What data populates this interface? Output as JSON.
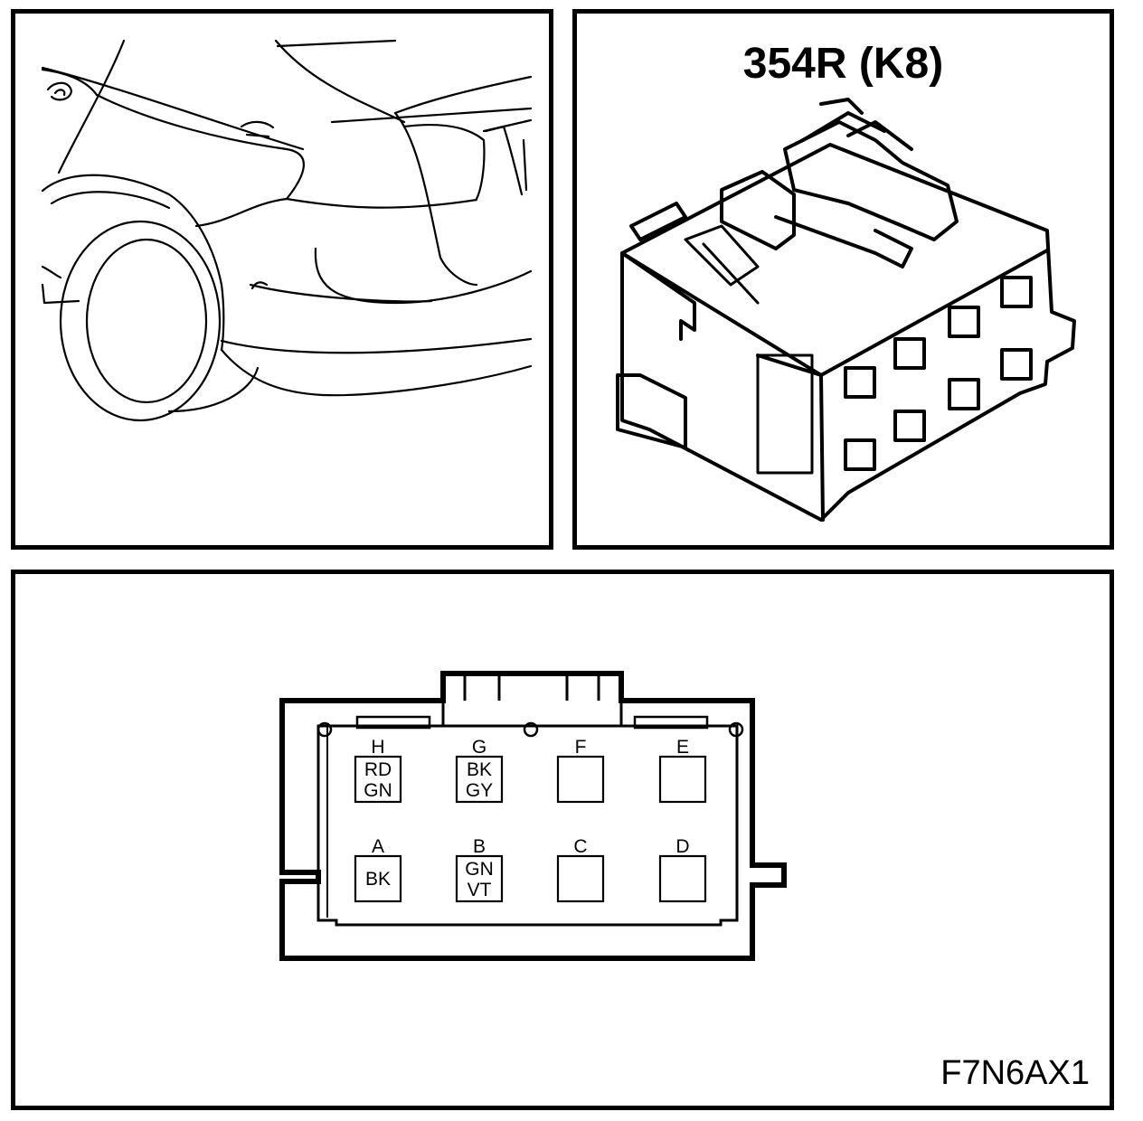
{
  "connector_title": "354R (K8)",
  "figure_code": "F7N6AX1",
  "pins": {
    "H": {
      "letter": "H",
      "wire1": "RD",
      "wire2": "GN"
    },
    "G": {
      "letter": "G",
      "wire1": "BK",
      "wire2": "GY"
    },
    "F": {
      "letter": "F",
      "wire1": "",
      "wire2": ""
    },
    "E": {
      "letter": "E",
      "wire1": "",
      "wire2": ""
    },
    "A": {
      "letter": "A",
      "wire1": "BK",
      "wire2": ""
    },
    "B": {
      "letter": "B",
      "wire1": "GN",
      "wire2": "VT"
    },
    "C": {
      "letter": "C",
      "wire1": "",
      "wire2": ""
    },
    "D": {
      "letter": "D",
      "wire1": "",
      "wire2": ""
    }
  }
}
